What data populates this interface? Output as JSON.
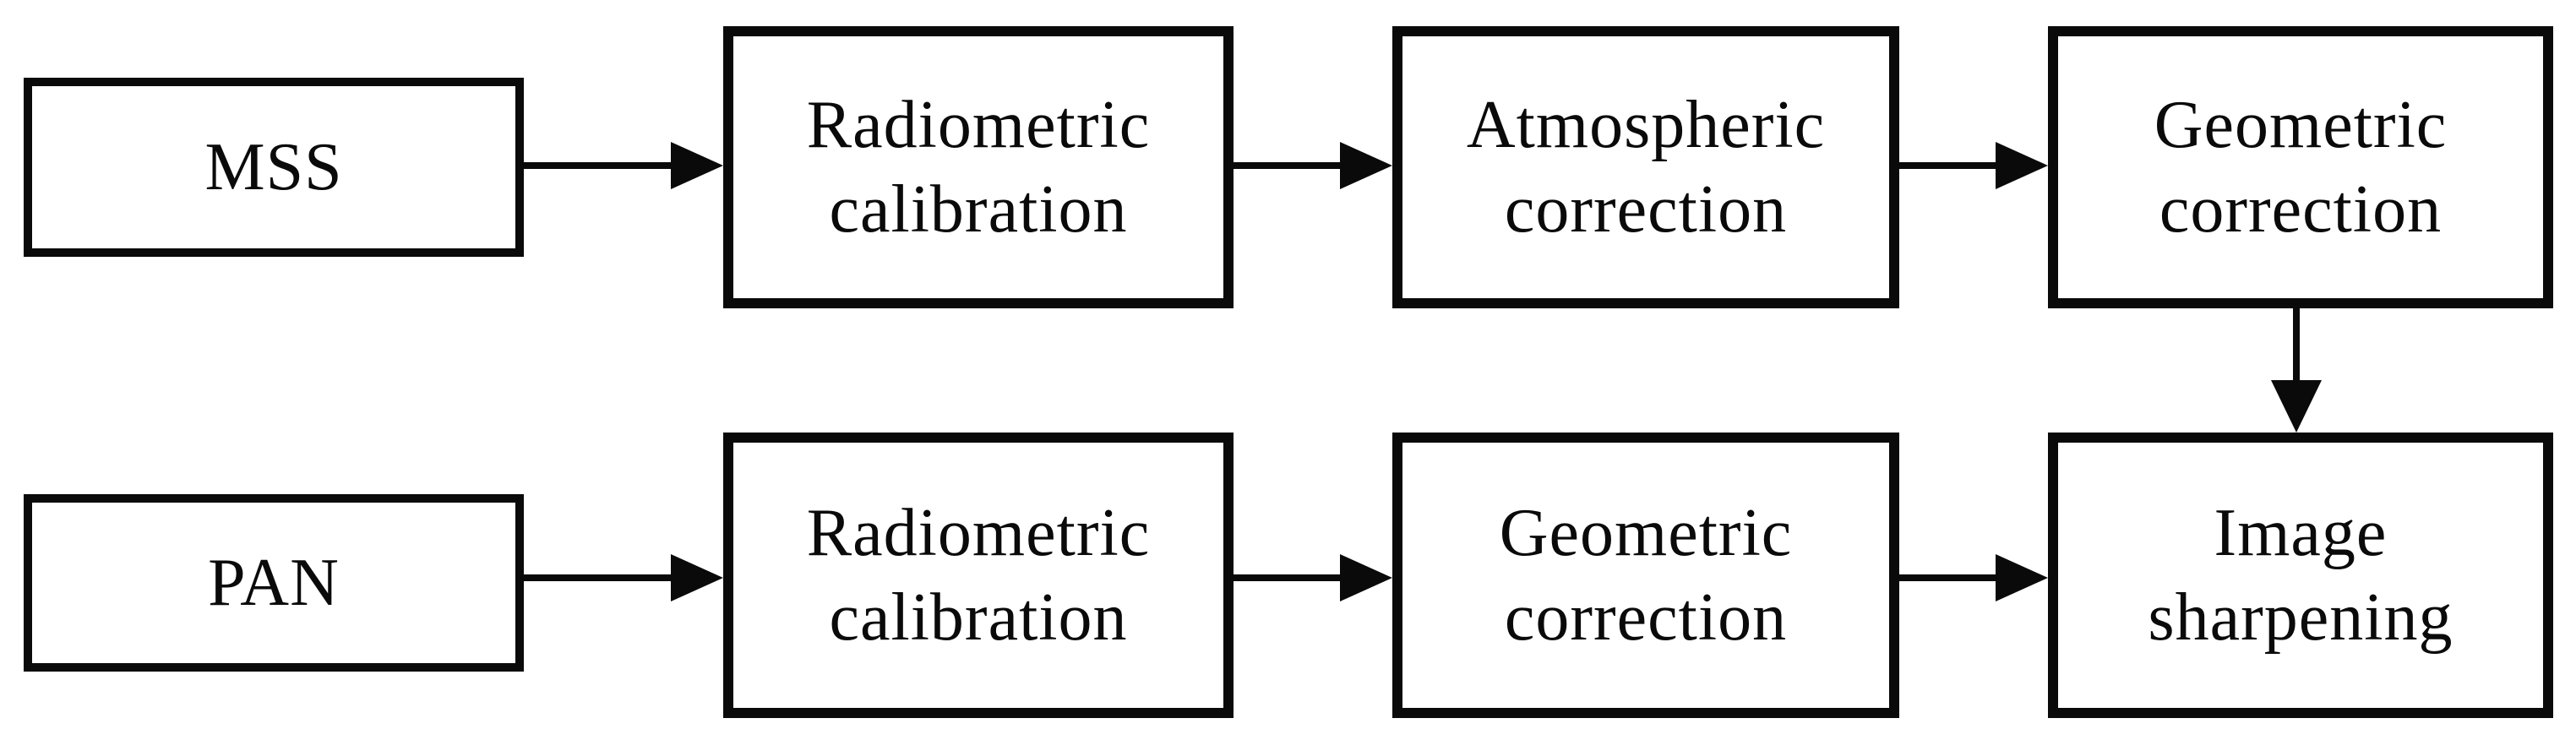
{
  "canvas": {
    "background_color": "#ffffff",
    "line_color": "#0a0a0a"
  },
  "nodes": [
    {
      "id": "mss",
      "label": "MSS"
    },
    {
      "id": "radiometric-calibration-top",
      "label": "Radiometric\ncalibration"
    },
    {
      "id": "atmospheric-correction",
      "label": "Atmospheric\ncorrection"
    },
    {
      "id": "geometric-correction-top",
      "label": "Geometric\ncorrection"
    },
    {
      "id": "pan",
      "label": "PAN"
    },
    {
      "id": "radiometric-calibration-bottom",
      "label": "Radiometric\ncalibration"
    },
    {
      "id": "geometric-correction-bottom",
      "label": "Geometric\ncorrection"
    },
    {
      "id": "image-sharpening",
      "label": "Image\nsharpening"
    }
  ],
  "edges": [
    {
      "from": "mss",
      "to": "radiometric-calibration-top"
    },
    {
      "from": "radiometric-calibration-top",
      "to": "atmospheric-correction"
    },
    {
      "from": "atmospheric-correction",
      "to": "geometric-correction-top"
    },
    {
      "from": "geometric-correction-top",
      "to": "image-sharpening"
    },
    {
      "from": "pan",
      "to": "radiometric-calibration-bottom"
    },
    {
      "from": "radiometric-calibration-bottom",
      "to": "geometric-correction-bottom"
    },
    {
      "from": "geometric-correction-bottom",
      "to": "image-sharpening"
    }
  ]
}
